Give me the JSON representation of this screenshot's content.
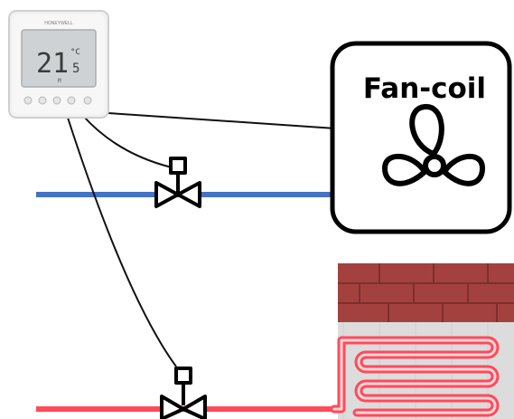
{
  "thermostat": {
    "temperature": "21",
    "unit": "°C",
    "decimal": "5",
    "mode": "M",
    "brand": "HONEYWELL"
  },
  "fancoil": {
    "label": "Fan-coil",
    "icon": "fan-icon"
  },
  "valves": [
    {
      "icon": "valve-icon",
      "pipe": "cold"
    },
    {
      "icon": "valve-icon",
      "pipe": "hot"
    }
  ],
  "floor": {
    "icon": "underfloor-heating-icon"
  },
  "colors": {
    "cold_pipe": "#4472c4",
    "hot_pipe": "#ff4a5a",
    "brick": "#a3413f",
    "brick_mortar": "#8d3733",
    "floor_bg": "#dcdcdc",
    "heating_coil": "#ff4a5a",
    "wire": "#111111",
    "outline": "#000000"
  }
}
